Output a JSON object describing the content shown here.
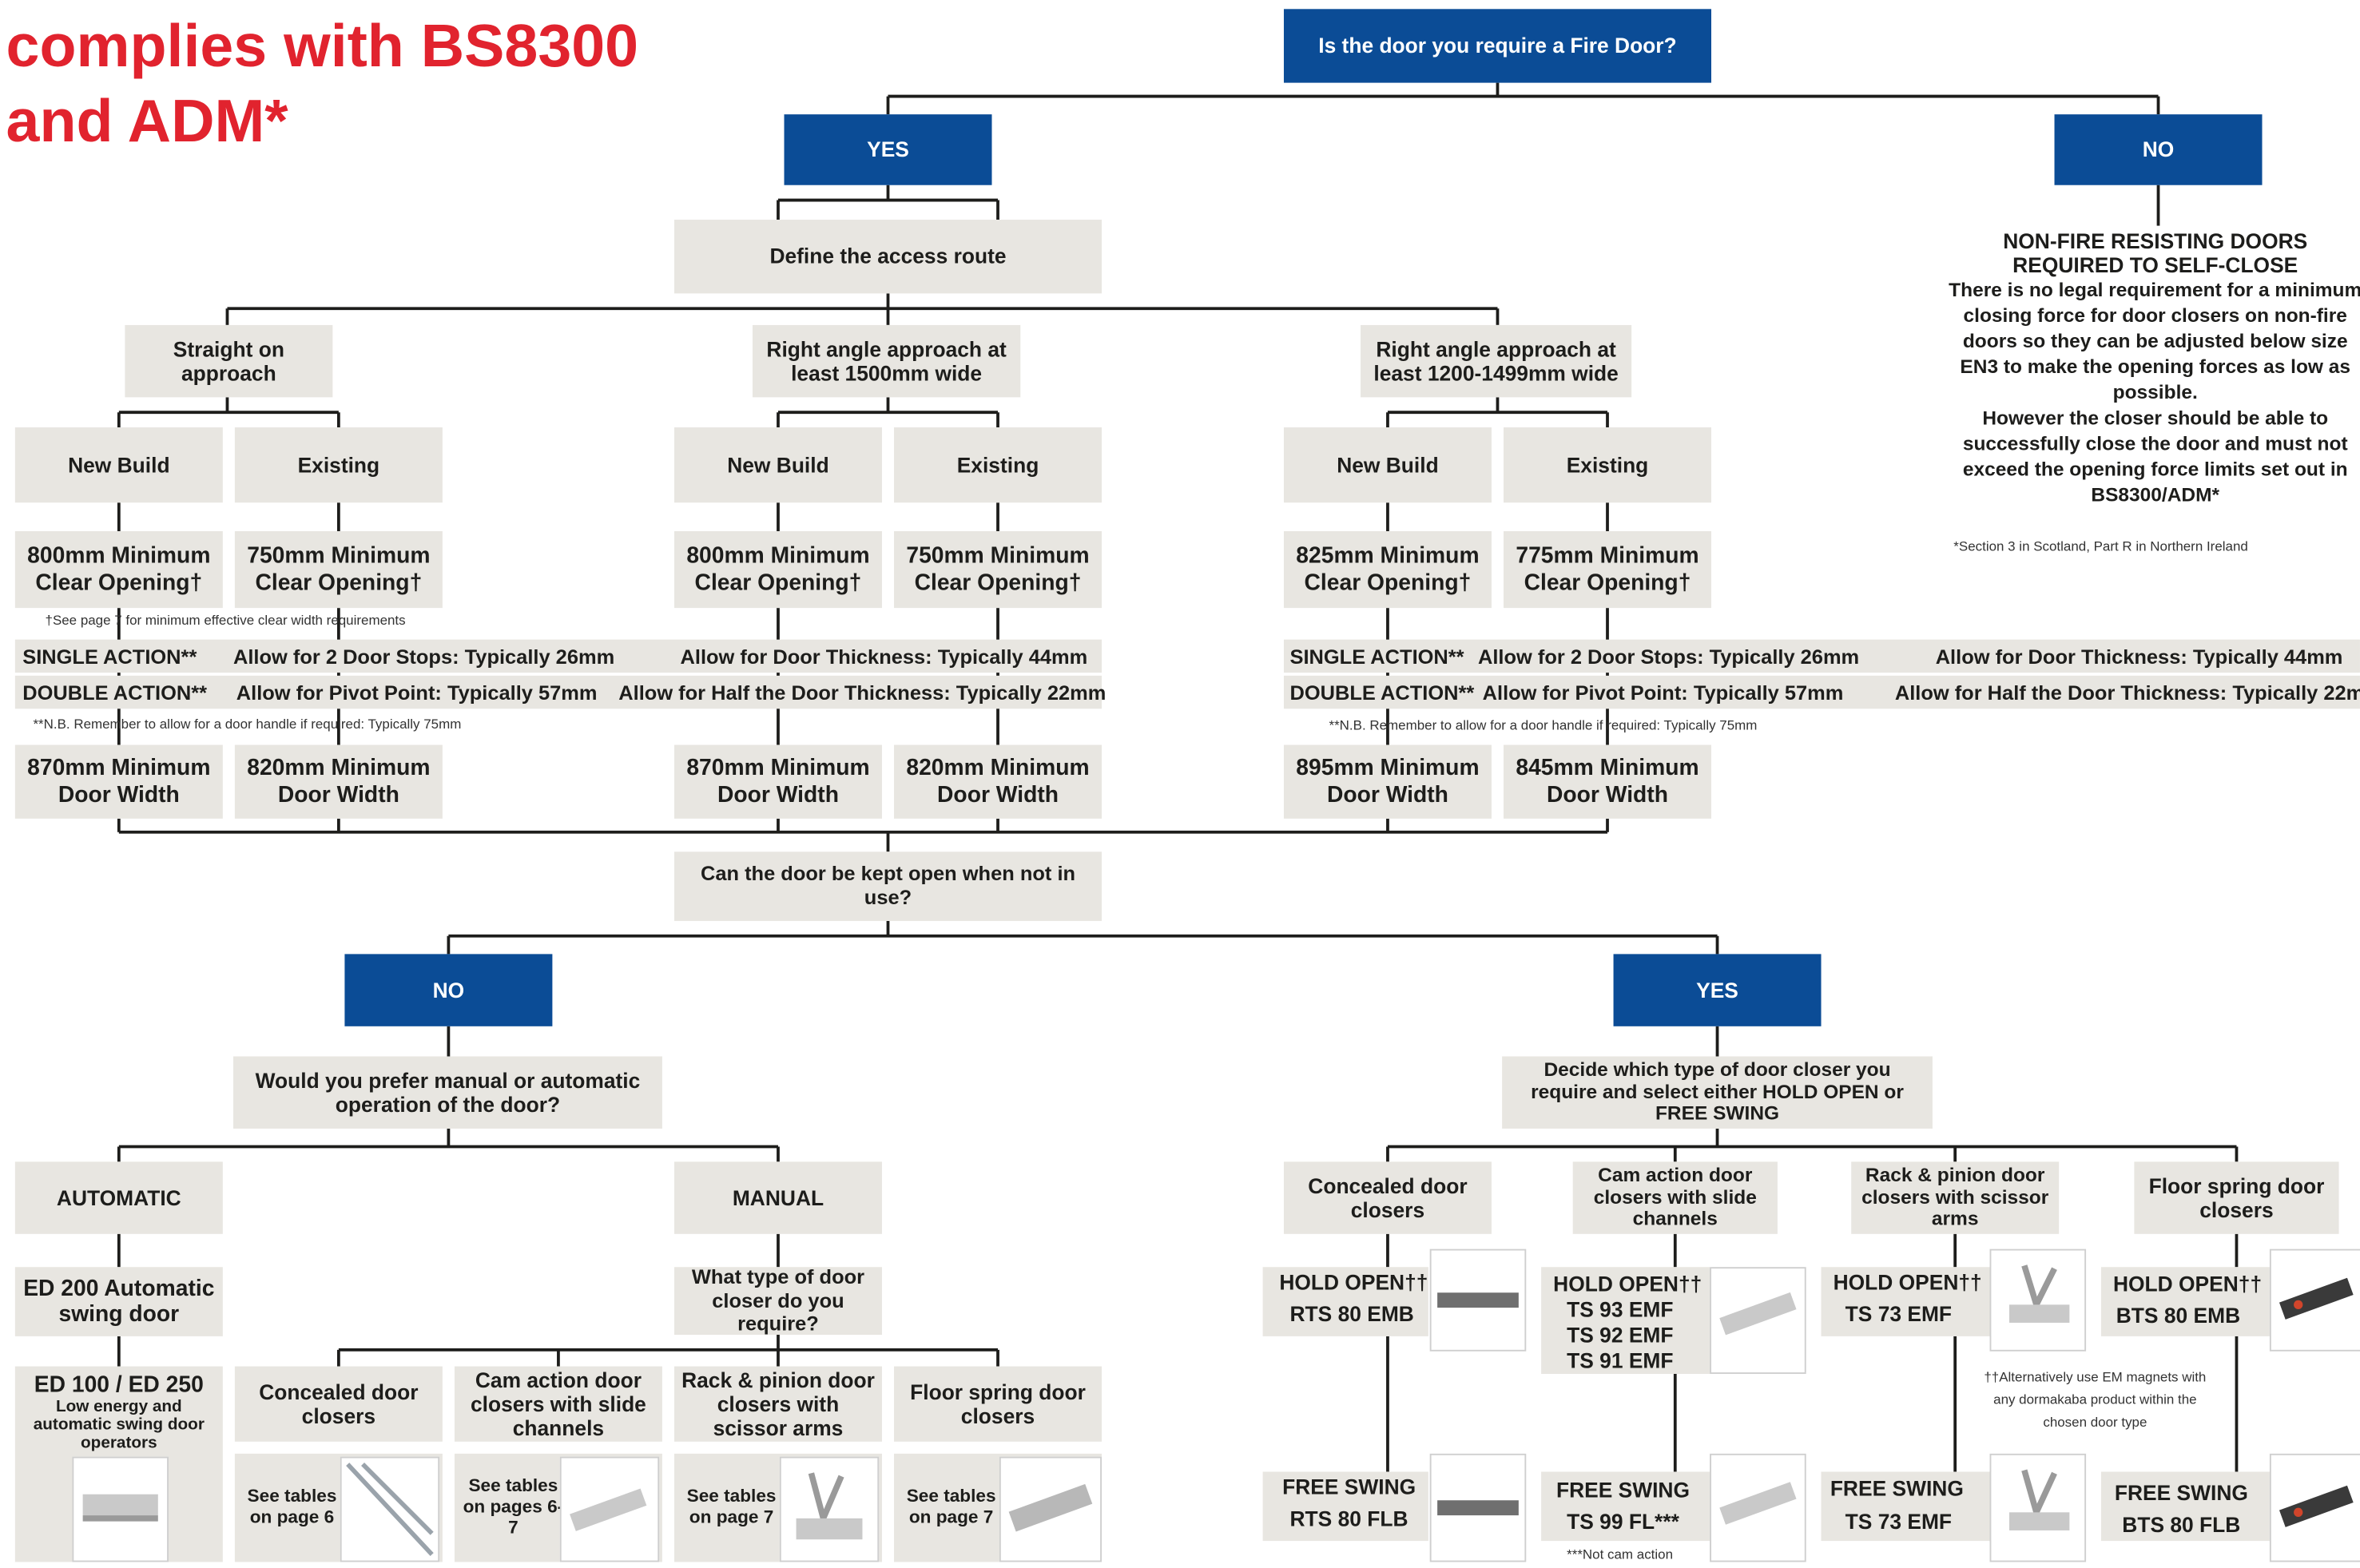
{
  "title": {
    "line1": "complies with BS8300",
    "line2": "and ADM*"
  },
  "q1": "Is the door you require a Fire Door?",
  "yes1": "YES",
  "no1": "NO",
  "access": "Define the access route",
  "nonfire": {
    "heading1": "NON-FIRE RESISTING DOORS",
    "heading2": "REQUIRED TO SELF-CLOSE",
    "text1": "There is no legal requirement for a minimum closing force for door closers on non-fire doors so they can be adjusted below size EN3 to make the opening forces as low as possible.",
    "text2": "However the closer should be able to successfully close the door and must not exceed the opening force limits set out in BS8300/ADM*",
    "footnote": "*Section 3 in Scotland, Part R in Northern Ireland"
  },
  "routes": {
    "straight": "Straight on approach",
    "right1500": "Right angle approach at least 1500mm wide",
    "right1200": "Right angle approach at least 1200-1499mm wide"
  },
  "newbuild": "New Build",
  "existing": "Existing",
  "openings": {
    "a": "800mm Minimum Clear Opening†",
    "b": "750mm Minimum Clear Opening†",
    "c": "800mm Minimum Clear Opening†",
    "d": "750mm Minimum Clear Opening†",
    "e": "825mm Minimum Clear Opening†",
    "f": "775mm Minimum Clear Opening†"
  },
  "note_clear": "†See page 7 for minimum effective clear width requirements",
  "band": {
    "single": "SINGLE ACTION**",
    "double": "DOUBLE ACTION**",
    "stops": "Allow for 2 Door Stops: Typically 26mm",
    "thick": "Allow for Door Thickness: Typically 44mm",
    "pivot": "Allow for Pivot Point: Typically 57mm",
    "half": "Allow for Half the Door Thickness: Typically 22mm"
  },
  "note_handle": "**N.B. Remember to allow for a door handle if required: Typically 75mm",
  "widths": {
    "a": "870mm Minimum Door Width",
    "b": "820mm Minimum Door Width",
    "c": "870mm Minimum Door Width",
    "d": "820mm Minimum Door Width",
    "e": "895mm Minimum Door Width",
    "f": "845mm Minimum Door Width"
  },
  "q2": "Can the door be kept open when not in use?",
  "no2": "NO",
  "yes2": "YES",
  "manual_q": "Would you prefer manual or automatic operation of the door?",
  "decide": "Decide which type of door closer you require and select either HOLD OPEN or FREE SWING",
  "automatic": "AUTOMATIC",
  "manual": "MANUAL",
  "ed200": "ED 200 Automatic swing door",
  "ed100": {
    "title": "ED 100 / ED 250",
    "sub": "Low energy and automatic swing door operators"
  },
  "whattype": "What type of door closer do you require?",
  "types": {
    "concealed": "Concealed door closers",
    "cam": "Cam action door closers with slide channels",
    "rack": "Rack & pinion door closers with scissor arms",
    "floor": "Floor spring door closers"
  },
  "seetables": {
    "p6": "See tables on page 6",
    "p67": "See tables on pages 6-7",
    "p7a": "See tables on page 7",
    "p7b": "See tables on page 7"
  },
  "rtypes": {
    "concealed": "Concealed door closers",
    "cam": "Cam action door closers with slide channels",
    "rack": "Rack & pinion door closers with scissor arms",
    "floor": "Floor spring door closers"
  },
  "holdopen": "HOLD OPEN††",
  "freeswing": "FREE SWING",
  "products": {
    "rts_emb": "RTS 80 EMB",
    "ts93": "TS 93 EMF",
    "ts92": "TS 92 EMF",
    "ts91": "TS 91 EMF",
    "ts73a": "TS 73 EMF",
    "bts_emb": "BTS 80 EMB",
    "rts_flb": "RTS 80 FLB",
    "ts99": "TS 99 FL***",
    "ts73b": "TS 73 EMF",
    "bts_flb": "BTS 80 FLB"
  },
  "note_em": "††Alternatively use EM magnets with any dormakaba product within the chosen door type",
  "note_cam": "***Not cam action",
  "colors": {
    "brand_red": "#e1232e",
    "brand_blue": "#0b4c96",
    "box_grey": "#e8e6e1"
  }
}
